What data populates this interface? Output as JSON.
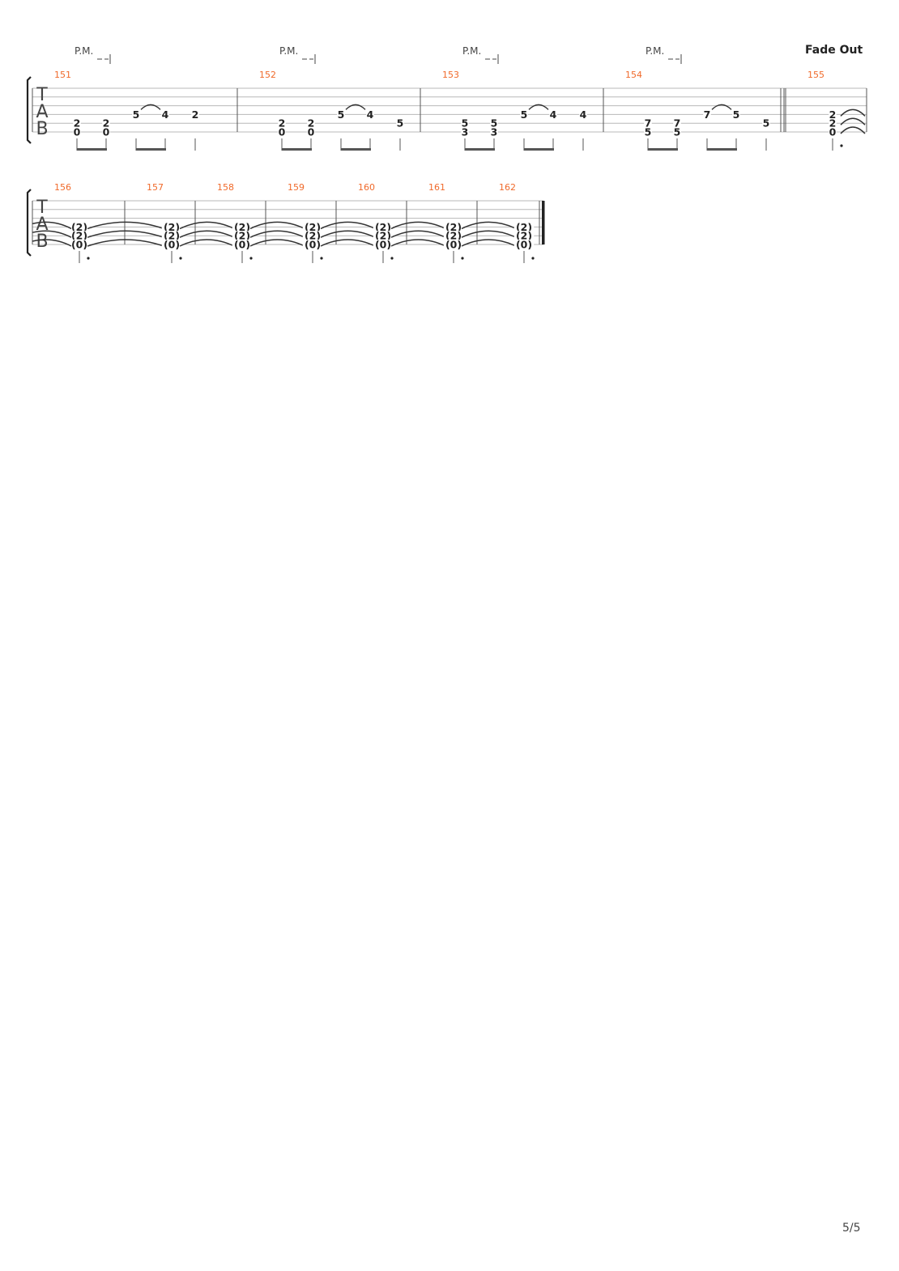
{
  "annotations": {
    "palm_mute": "P.M.",
    "fade_out": "Fade Out"
  },
  "tab_clef": [
    "T",
    "A",
    "B"
  ],
  "page_number": "5/5",
  "colors": {
    "measure_number": "#f06a2b",
    "staff_line": "#b8b8b8",
    "note": "#222222"
  },
  "systems": [
    {
      "measures": [
        {
          "number": "151",
          "palm_mute": true,
          "beats": [
            {
              "notes": [
                {
                  "s": 5,
                  "f": "2"
                },
                {
                  "s": 6,
                  "f": "0"
                }
              ],
              "dur": "8",
              "beam": "start"
            },
            {
              "notes": [
                {
                  "s": 5,
                  "f": "2"
                },
                {
                  "s": 6,
                  "f": "0"
                }
              ],
              "dur": "8",
              "beam": "end"
            },
            {
              "notes": [
                {
                  "s": 4,
                  "f": "5"
                }
              ],
              "dur": "8",
              "beam": "start",
              "tie": true
            },
            {
              "notes": [
                {
                  "s": 4,
                  "f": "4"
                }
              ],
              "dur": "8",
              "beam": "end"
            },
            {
              "notes": [
                {
                  "s": 4,
                  "f": "2"
                }
              ],
              "dur": "4"
            }
          ]
        },
        {
          "number": "152",
          "palm_mute": true,
          "beats": [
            {
              "notes": [
                {
                  "s": 5,
                  "f": "2"
                },
                {
                  "s": 6,
                  "f": "0"
                }
              ],
              "dur": "8",
              "beam": "start"
            },
            {
              "notes": [
                {
                  "s": 5,
                  "f": "2"
                },
                {
                  "s": 6,
                  "f": "0"
                }
              ],
              "dur": "8",
              "beam": "end"
            },
            {
              "notes": [
                {
                  "s": 4,
                  "f": "5"
                }
              ],
              "dur": "8",
              "beam": "start",
              "tie": true
            },
            {
              "notes": [
                {
                  "s": 4,
                  "f": "4"
                }
              ],
              "dur": "8",
              "beam": "end"
            },
            {
              "notes": [
                {
                  "s": 5,
                  "f": "5"
                }
              ],
              "dur": "4"
            }
          ]
        },
        {
          "number": "153",
          "palm_mute": true,
          "beats": [
            {
              "notes": [
                {
                  "s": 5,
                  "f": "5"
                },
                {
                  "s": 6,
                  "f": "3"
                }
              ],
              "dur": "8",
              "beam": "start"
            },
            {
              "notes": [
                {
                  "s": 5,
                  "f": "5"
                },
                {
                  "s": 6,
                  "f": "3"
                }
              ],
              "dur": "8",
              "beam": "end"
            },
            {
              "notes": [
                {
                  "s": 4,
                  "f": "5"
                }
              ],
              "dur": "8",
              "beam": "start",
              "tie": true
            },
            {
              "notes": [
                {
                  "s": 4,
                  "f": "4"
                }
              ],
              "dur": "8",
              "beam": "end"
            },
            {
              "notes": [
                {
                  "s": 4,
                  "f": "4"
                }
              ],
              "dur": "4"
            }
          ]
        },
        {
          "number": "154",
          "palm_mute": true,
          "beats": [
            {
              "notes": [
                {
                  "s": 5,
                  "f": "7"
                },
                {
                  "s": 6,
                  "f": "5"
                }
              ],
              "dur": "8",
              "beam": "start"
            },
            {
              "notes": [
                {
                  "s": 5,
                  "f": "7"
                },
                {
                  "s": 6,
                  "f": "5"
                }
              ],
              "dur": "8",
              "beam": "end"
            },
            {
              "notes": [
                {
                  "s": 4,
                  "f": "7"
                }
              ],
              "dur": "8",
              "beam": "start",
              "tie": true
            },
            {
              "notes": [
                {
                  "s": 4,
                  "f": "5"
                }
              ],
              "dur": "8",
              "beam": "end"
            },
            {
              "notes": [
                {
                  "s": 5,
                  "f": "5"
                }
              ],
              "dur": "4"
            }
          ]
        },
        {
          "number": "155",
          "fade_out": true,
          "beats": [
            {
              "notes": [
                {
                  "s": 4,
                  "f": "2"
                },
                {
                  "s": 5,
                  "f": "2"
                },
                {
                  "s": 6,
                  "f": "0"
                }
              ],
              "dur": "2.",
              "tie_out": true
            }
          ]
        }
      ]
    },
    {
      "measures": [
        {
          "number": "156",
          "beats": [
            {
              "notes": [
                {
                  "s": 4,
                  "f": "(2)"
                },
                {
                  "s": 5,
                  "f": "(2)"
                },
                {
                  "s": 6,
                  "f": "(0)"
                }
              ],
              "dur": "2.",
              "tie_out": true
            }
          ]
        },
        {
          "number": "157",
          "beats": [
            {
              "notes": [
                {
                  "s": 4,
                  "f": "(2)"
                },
                {
                  "s": 5,
                  "f": "(2)"
                },
                {
                  "s": 6,
                  "f": "(0)"
                }
              ],
              "dur": "2.",
              "tie_out": true
            }
          ]
        },
        {
          "number": "158",
          "beats": [
            {
              "notes": [
                {
                  "s": 4,
                  "f": "(2)"
                },
                {
                  "s": 5,
                  "f": "(2)"
                },
                {
                  "s": 6,
                  "f": "(0)"
                }
              ],
              "dur": "2.",
              "tie_out": true
            }
          ]
        },
        {
          "number": "159",
          "beats": [
            {
              "notes": [
                {
                  "s": 4,
                  "f": "(2)"
                },
                {
                  "s": 5,
                  "f": "(2)"
                },
                {
                  "s": 6,
                  "f": "(0)"
                }
              ],
              "dur": "2.",
              "tie_out": true
            }
          ]
        },
        {
          "number": "160",
          "beats": [
            {
              "notes": [
                {
                  "s": 4,
                  "f": "(2)"
                },
                {
                  "s": 5,
                  "f": "(2)"
                },
                {
                  "s": 6,
                  "f": "(0)"
                }
              ],
              "dur": "2.",
              "tie_out": true
            }
          ]
        },
        {
          "number": "161",
          "beats": [
            {
              "notes": [
                {
                  "s": 4,
                  "f": "(2)"
                },
                {
                  "s": 5,
                  "f": "(2)"
                },
                {
                  "s": 6,
                  "f": "(0)"
                }
              ],
              "dur": "2.",
              "tie_out": true
            }
          ]
        },
        {
          "number": "162",
          "beats": [
            {
              "notes": [
                {
                  "s": 4,
                  "f": "(2)"
                },
                {
                  "s": 5,
                  "f": "(2)"
                },
                {
                  "s": 6,
                  "f": "(0)"
                }
              ],
              "dur": "2."
            }
          ]
        }
      ]
    }
  ]
}
